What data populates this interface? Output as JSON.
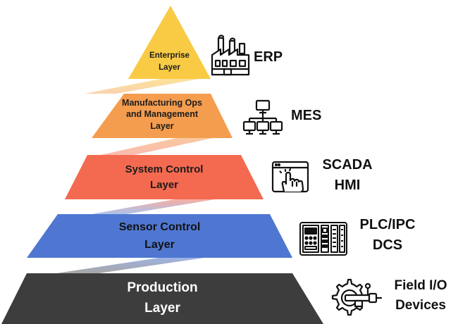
{
  "layers": [
    {
      "id": "enterprise",
      "name_lines": [
        "Enterprise",
        "Layer"
      ],
      "fill": "#F9CB45",
      "text_color": "#1b1b1b",
      "system_lines": [
        "ERP"
      ],
      "icon": "factory-icon"
    },
    {
      "id": "manufacturing",
      "name_lines": [
        "Manufacturing Ops",
        "and Management",
        "Layer"
      ],
      "fill": "#F49D4F",
      "text_color": "#1b1b1b",
      "system_lines": [
        "MES"
      ],
      "icon": "network-computers-icon"
    },
    {
      "id": "system-control",
      "name_lines": [
        "System Control",
        "Layer"
      ],
      "fill": "#F46A50",
      "text_color": "#1b1b1b",
      "system_lines": [
        "SCADA",
        "HMI"
      ],
      "icon": "touchscreen-hand-icon"
    },
    {
      "id": "sensor-control",
      "name_lines": [
        "Sensor Control",
        "Layer"
      ],
      "fill": "#4F77D1",
      "text_color": "#111111",
      "system_lines": [
        "PLC/IPC",
        "DCS"
      ],
      "icon": "plc-controller-icon"
    },
    {
      "id": "production",
      "name_lines": [
        "Production",
        "Layer"
      ],
      "fill": "#3D3D3D",
      "text_color": "#ffffff",
      "system_lines": [
        "Field I/O",
        "Devices"
      ],
      "icon": "gear-sensor-icon"
    }
  ],
  "connector_colors": [
    "#F9CB45",
    "#F49D4F",
    "#F46A50",
    "#4F77D1"
  ]
}
